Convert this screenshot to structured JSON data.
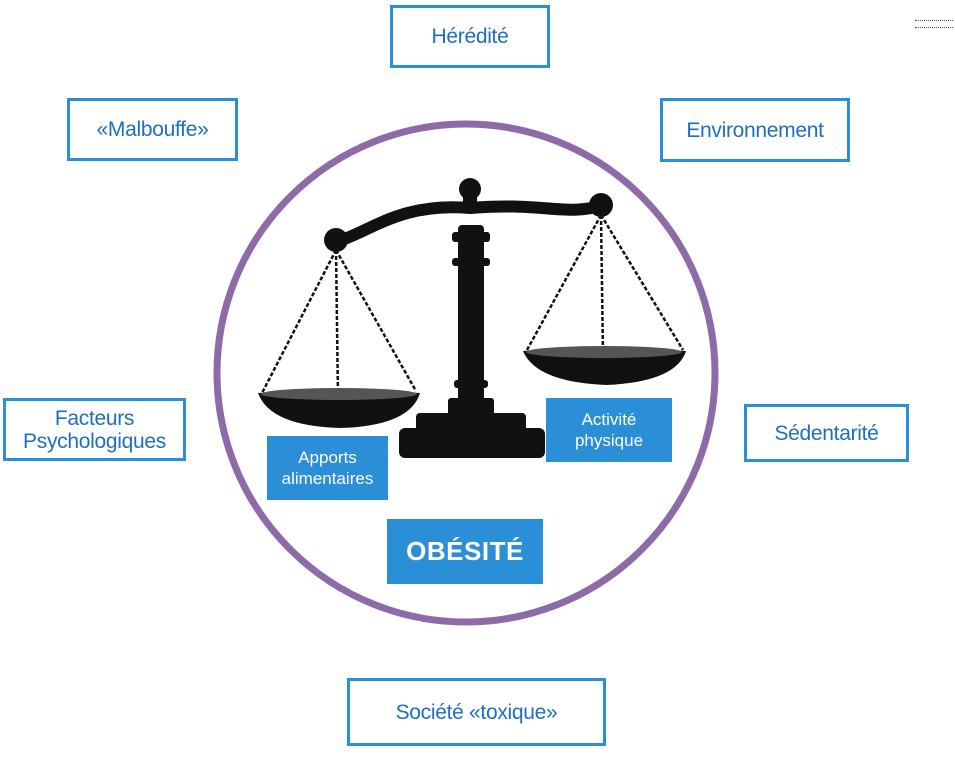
{
  "factors": {
    "heredite": "Hérédité",
    "malbouffe": "«Malbouffe»",
    "environnement": "Environnement",
    "facteurs_psychologiques": "Facteurs\nPsychologiques",
    "sedentarite": "Sédentarité",
    "societe_toxique": "Société «toxique»"
  },
  "scale": {
    "left_pan": "Apports\nalimentaires",
    "right_pan": "Activité\nphysique"
  },
  "center": "OBÉSITÉ",
  "colors": {
    "box_border": "#2a8fd6",
    "box_text": "#1e6fc0",
    "circle": "#8e6aa8",
    "scale": "#111111"
  }
}
